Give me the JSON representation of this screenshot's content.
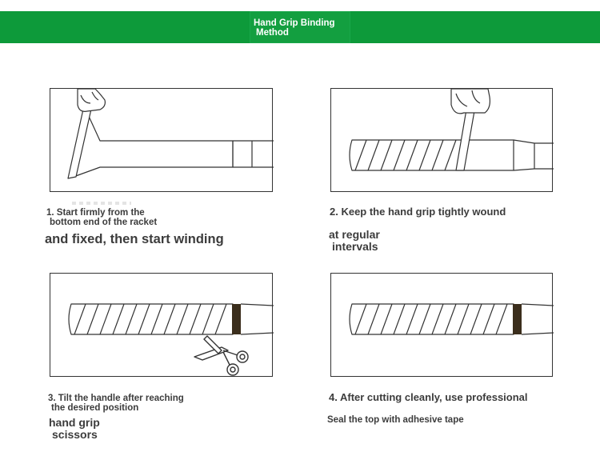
{
  "header": {
    "title_line1": "Hand Grip Binding",
    "title_line2": "Method"
  },
  "steps": [
    {
      "caption_line1": "1. Start firmly from the",
      "caption_line2": "bottom end of the racket",
      "caption_line3": "and fixed, then start winding"
    },
    {
      "caption_line1": "2. Keep the hand grip tightly wound",
      "caption_line2": "at regular",
      "caption_line3": "intervals"
    },
    {
      "caption_line1": "3. Tilt the handle after reaching",
      "caption_line2": "the desired position",
      "caption_line3": "hand grip",
      "caption_line4": "scissors"
    },
    {
      "caption_line1": "4. After cutting cleanly, use professional",
      "caption_line2": "Seal the top with adhesive tape"
    }
  ],
  "colors": {
    "banner": "#0d9a3a",
    "line": "#333333",
    "tape_end": "#3b2e1c"
  },
  "icons": [
    "hand-icon",
    "scissors-icon"
  ]
}
